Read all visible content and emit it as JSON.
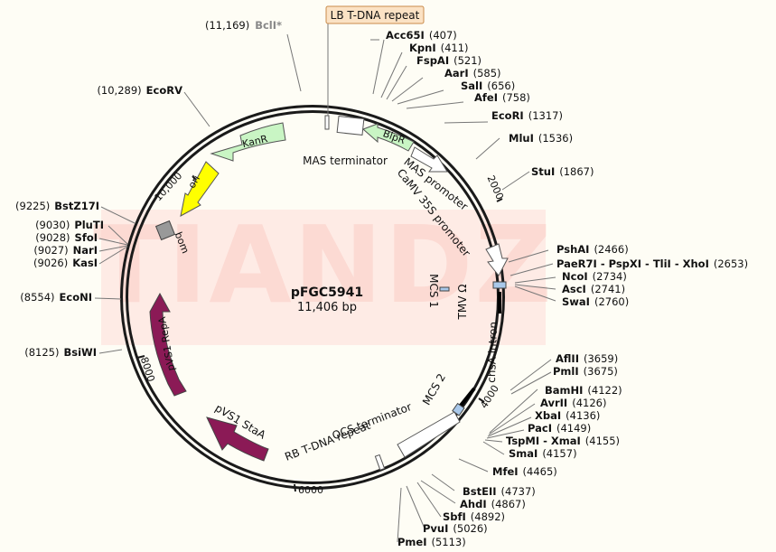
{
  "plasmid": {
    "name": "pFGC5941",
    "size": "11,406 bp"
  },
  "watermark": "TIANDZ",
  "colors": {
    "background": "#fefdf5",
    "backbone": "#1a1a1a",
    "kanR": "#c9f5c4",
    "ori": "#ffff00",
    "repA": "#8b1a56",
    "staA": "#8b1a56",
    "bom": "#999999",
    "watermark": "#fde0dc",
    "lb_box": "#fbe2c4",
    "mcs": "#a9c8ea"
  },
  "ticks": [
    "10,000",
    "2000",
    "4000",
    "6000",
    "8000"
  ],
  "sites": {
    "bcli": {
      "pos": "(11,169)",
      "name": "BclI*"
    },
    "lb_tdna": {
      "name": "LB T-DNA repeat"
    },
    "acc65i": {
      "name": "Acc65I",
      "pos": "(407)"
    },
    "kpni": {
      "name": "KpnI",
      "pos": "(411)"
    },
    "fspai": {
      "name": "FspAI",
      "pos": "(521)"
    },
    "aari": {
      "name": "AarI",
      "pos": "(585)"
    },
    "sali": {
      "name": "SalI",
      "pos": "(656)"
    },
    "afei": {
      "name": "AfeI",
      "pos": "(758)"
    },
    "ecori": {
      "name": "EcoRI",
      "pos": "(1317)"
    },
    "mlui": {
      "name": "MluI",
      "pos": "(1536)"
    },
    "stui": {
      "name": "StuI",
      "pos": "(1867)"
    },
    "pshai": {
      "name": "PshAI",
      "pos": "(2466)"
    },
    "paer7i": {
      "name": "PaeR7I - PspXI - TliI - XhoI",
      "pos": "(2653)"
    },
    "ncoi": {
      "name": "NcoI",
      "pos": "(2734)"
    },
    "asci": {
      "name": "AscI",
      "pos": "(2741)"
    },
    "swai": {
      "name": "SwaI",
      "pos": "(2760)"
    },
    "aflii": {
      "name": "AflII",
      "pos": "(3659)"
    },
    "pmli": {
      "name": "PmlI",
      "pos": "(3675)"
    },
    "bamhi": {
      "name": "BamHI",
      "pos": "(4122)"
    },
    "avrii": {
      "name": "AvrII",
      "pos": "(4126)"
    },
    "xbai": {
      "name": "XbaI",
      "pos": "(4136)"
    },
    "paci": {
      "name": "PacI",
      "pos": "(4149)"
    },
    "tspmi": {
      "name": "TspMI - XmaI",
      "pos": "(4155)"
    },
    "smai": {
      "name": "SmaI",
      "pos": "(4157)"
    },
    "mfei": {
      "name": "MfeI",
      "pos": "(4465)"
    },
    "bsteii": {
      "name": "BstEII",
      "pos": "(4737)"
    },
    "ahdi": {
      "name": "AhdI",
      "pos": "(4867)"
    },
    "sbfi": {
      "name": "SbfI",
      "pos": "(4892)"
    },
    "pvui": {
      "name": "PvuI",
      "pos": "(5026)"
    },
    "pmei": {
      "name": "PmeI",
      "pos": "(5113)"
    },
    "bsiwi": {
      "name": "BsiWI",
      "pos": "(8125)"
    },
    "econi": {
      "name": "EcoNI",
      "pos": "(8554)"
    },
    "kasi": {
      "name": "KasI",
      "pos": "(9026)"
    },
    "nari": {
      "name": "NarI",
      "pos": "(9027)"
    },
    "sfoi": {
      "name": "SfoI",
      "pos": "(9028)"
    },
    "pluti": {
      "name": "PluTI",
      "pos": "(9030)"
    },
    "bstz17i": {
      "name": "BstZ17I",
      "pos": "(9225)"
    },
    "ecorv": {
      "name": "EcoRV",
      "pos": "(10,289)"
    }
  },
  "features": {
    "kanr": "KanR",
    "ori": "ori",
    "bom": "bom",
    "bipr": "BlpR",
    "mas_terminator": "MAS terminator",
    "mas_promoter": "MAS promoter",
    "camv35s": "CaMV 35S promoter",
    "mcs1": "MCS 1",
    "tmv": "TMV Ω",
    "chsa": "chsA intron",
    "mcs2": "MCS 2",
    "ocs": "OCS terminator",
    "rb_tdna": "RB T-DNA repeat",
    "pvs1_staa": "pVS1 StaA",
    "pvs1_repa": "pVS1 RepA"
  }
}
